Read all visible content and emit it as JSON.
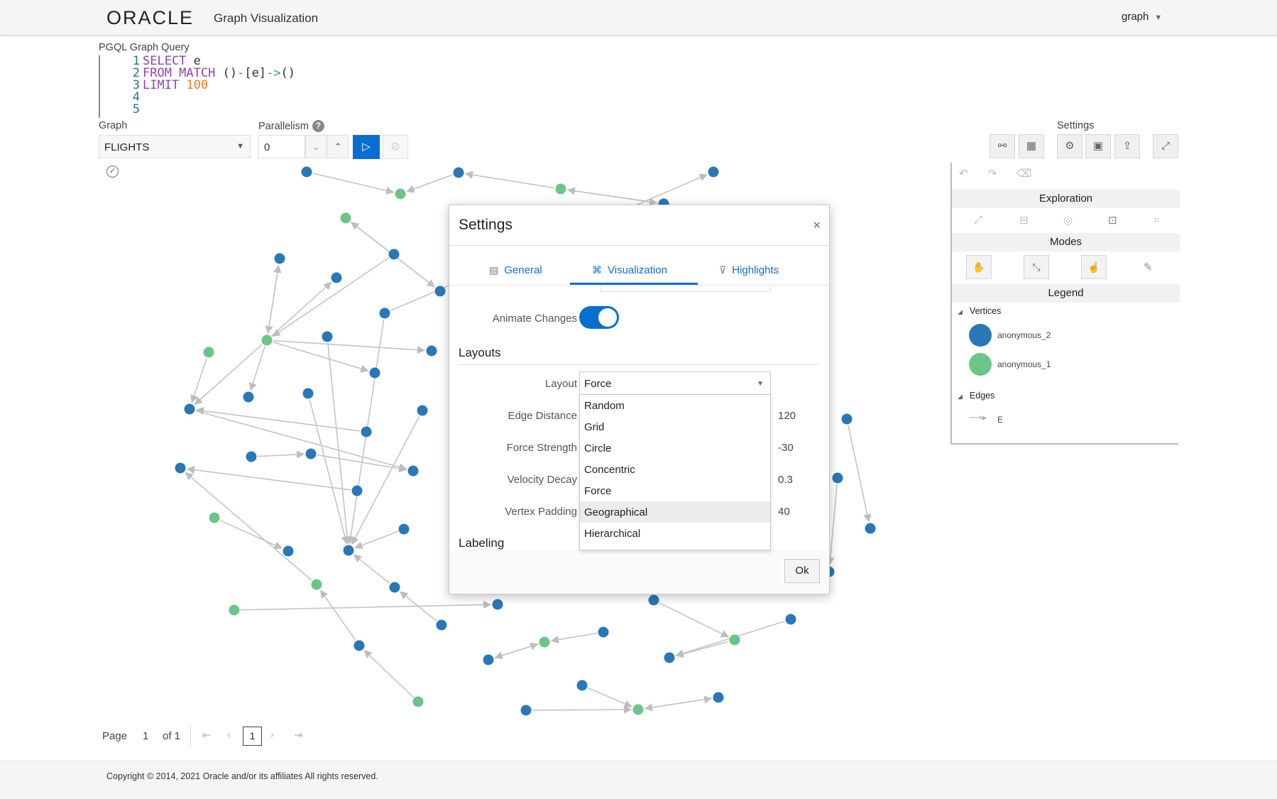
{
  "header": {
    "logo": "ORACLE",
    "title": "Graph Visualization",
    "user_menu": "graph"
  },
  "query": {
    "label": "PGQL Graph Query",
    "lines": [
      {
        "num": "1",
        "parts": [
          {
            "t": "SELECT",
            "c": "kw"
          },
          {
            "t": " e",
            "c": "plain"
          }
        ]
      },
      {
        "num": "2",
        "parts": [
          {
            "t": "FROM MATCH",
            "c": "kw"
          },
          {
            "t": " ()",
            "c": "plain"
          },
          {
            "t": "-",
            "c": "op"
          },
          {
            "t": "[e]",
            "c": "plain"
          },
          {
            "t": "->",
            "c": "op"
          },
          {
            "t": "()",
            "c": "plain"
          }
        ]
      },
      {
        "num": "3",
        "parts": [
          {
            "t": "LIMIT",
            "c": "kw"
          },
          {
            "t": " 100",
            "c": "num"
          }
        ]
      },
      {
        "num": "4",
        "parts": []
      },
      {
        "num": "5",
        "parts": []
      }
    ]
  },
  "controls": {
    "graph_label": "Graph",
    "graph_value": "FLIGHTS",
    "parallelism_label": "Parallelism",
    "parallelism_value": "0",
    "help": "?"
  },
  "toolbar": {
    "settings_label": "Settings"
  },
  "side_panel": {
    "exploration": "Exploration",
    "modes": "Modes",
    "legend": "Legend",
    "vertices_label": "Vertices",
    "edges_label": "Edges",
    "vertices": [
      {
        "name": "anonymous_2",
        "color": "#2878b8"
      },
      {
        "name": "anonymous_1",
        "color": "#6cc487"
      }
    ],
    "edges": [
      {
        "name": "E"
      }
    ]
  },
  "modal": {
    "title": "Settings",
    "close": "×",
    "tabs": [
      {
        "label": "General",
        "icon": "table-icon"
      },
      {
        "label": "Visualization",
        "icon": "network-icon"
      },
      {
        "label": "Highlights",
        "icon": "filter-icon"
      }
    ],
    "animate_label": "Animate Changes",
    "animate_on": true,
    "layouts_title": "Layouts",
    "layout_label": "Layout",
    "layout_value": "Force",
    "layout_options": [
      "Random",
      "Grid",
      "Circle",
      "Concentric",
      "Force",
      "Geographical",
      "Hierarchical"
    ],
    "hovered_option": "Geographical",
    "edge_distance_label": "Edge Distance",
    "edge_distance_value": "120",
    "force_strength_label": "Force Strength",
    "force_strength_value": "-30",
    "velocity_decay_label": "Velocity Decay",
    "velocity_decay_value": "0.3",
    "vertex_padding_label": "Vertex Padding",
    "vertex_padding_value": "40",
    "labeling_title": "Labeling",
    "ok": "Ok"
  },
  "pagination": {
    "page_label": "Page",
    "page_value": "1",
    "of_label": "of 1",
    "current": "1"
  },
  "footer": {
    "copyright": "Copyright © 2014, 2021 Oracle and/or its affiliates All rights reserved."
  },
  "colors": {
    "accent": "#0a6ed1",
    "vertex_blue": "#2878b8",
    "vertex_green": "#6cc487",
    "edge": "#c4c4c4"
  }
}
